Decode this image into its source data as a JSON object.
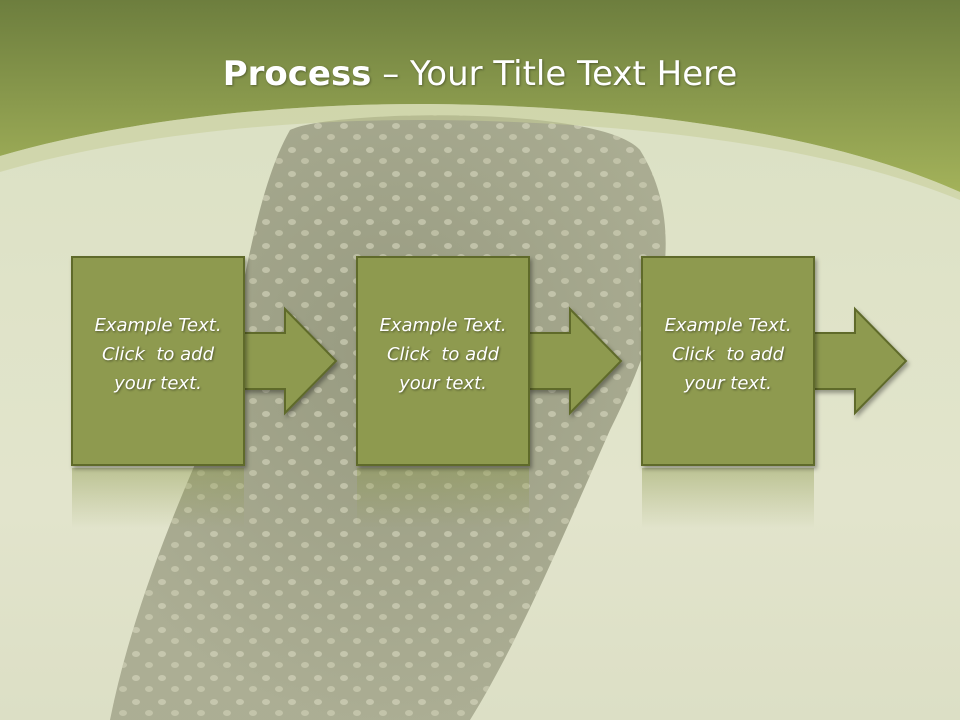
{
  "slide": {
    "title_bold": "Process",
    "title_rest": " – Your Title Text Here",
    "steps": [
      {
        "lines": [
          "Example Text.",
          "Click  to add",
          "your text."
        ]
      },
      {
        "lines": [
          "Example Text.",
          "Click  to add",
          "your text."
        ]
      },
      {
        "lines": [
          "Example Text.",
          "Click  to add",
          "your text."
        ]
      }
    ]
  },
  "colors": {
    "header_dark": "#6d7e3e",
    "header_light": "#a3b25a",
    "box_fill": "#8e9a4f",
    "box_border": "#5f6a2c",
    "background": "#dfe3c8"
  },
  "background_image": "starling-bird-photo"
}
